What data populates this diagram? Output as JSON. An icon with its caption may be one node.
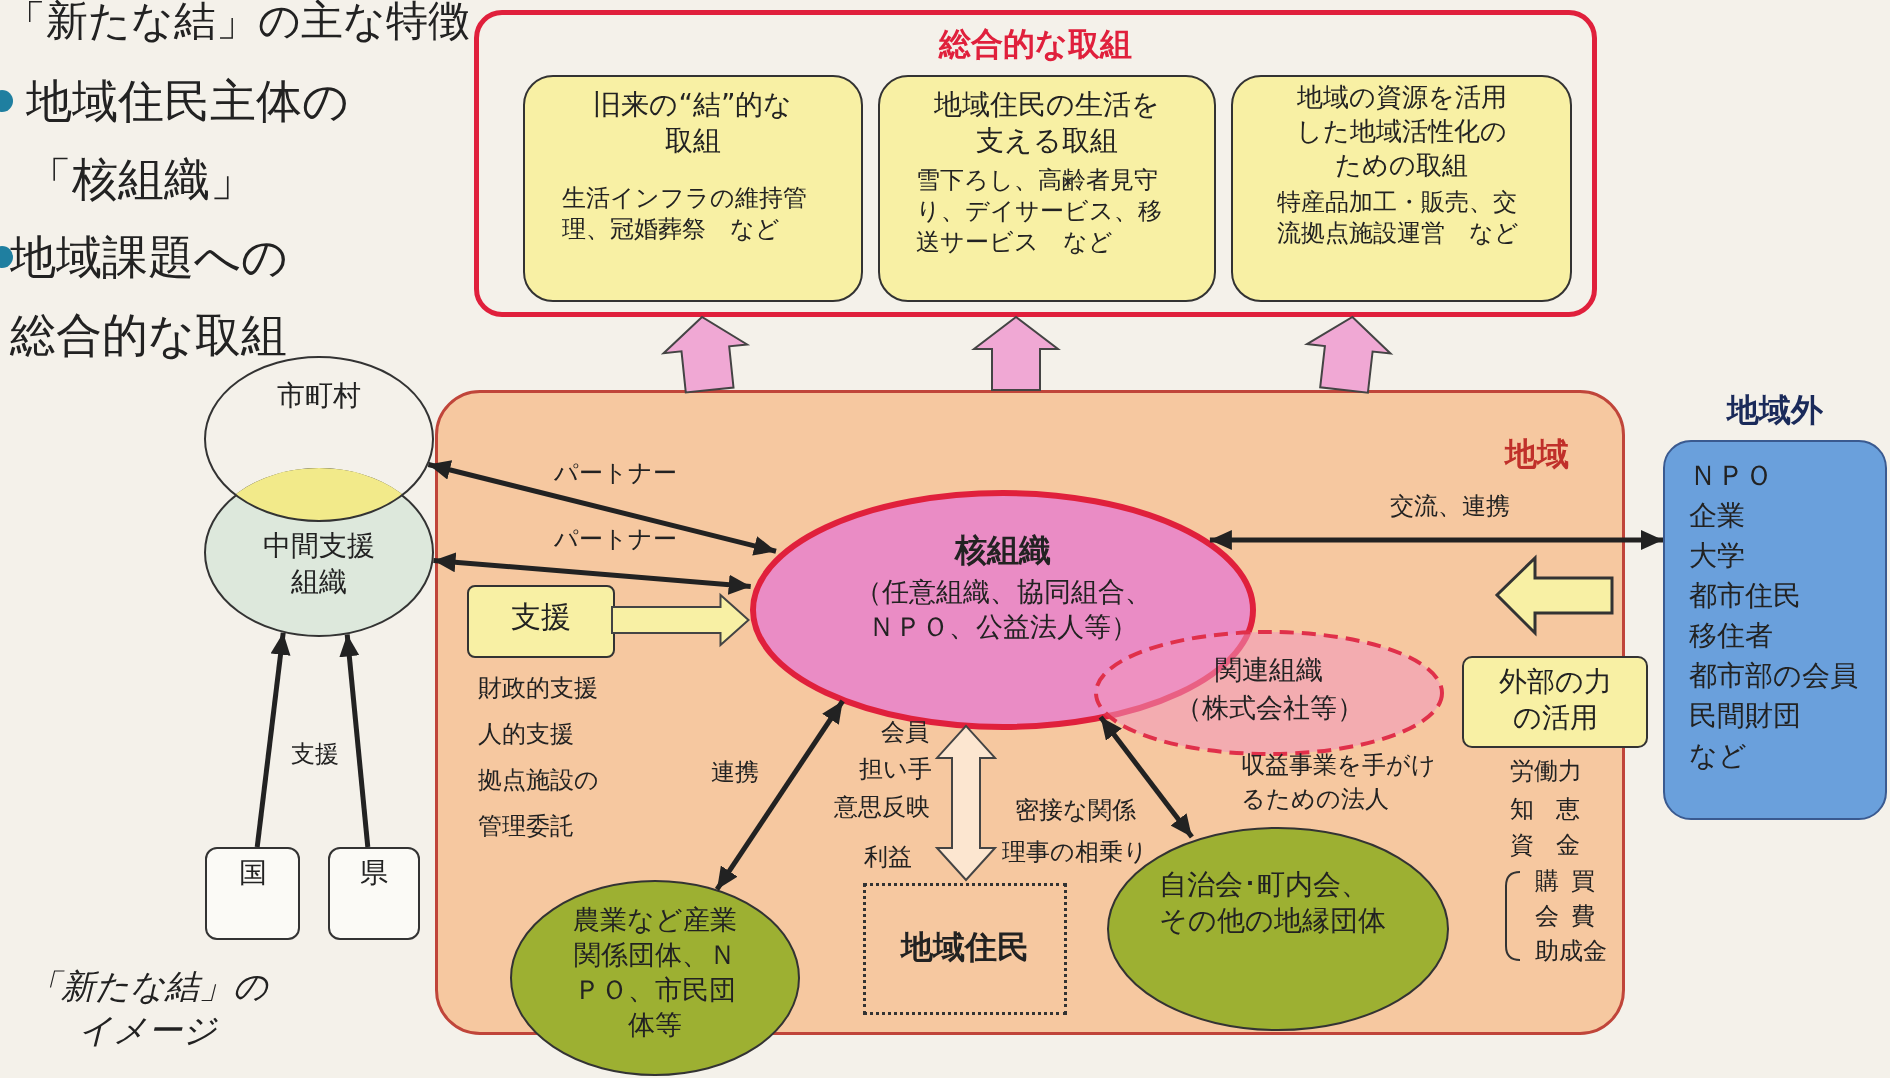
{
  "diagram": {
    "title": "「新たな結」の主な特徴",
    "caption": "「新たな結」のイメージ",
    "nodes": [
      {
        "text": [
          "総合的な取組"
        ]
      },
      {
        "text": [
          "旧来の“結”的な取組",
          "生活インフラの維持管理、冠婚葬祭　など"
        ],
        "in": 0
      },
      {
        "text": [
          "地域住民の生活を支える取組",
          "雪下ろし、高齢者見守り、デイサービス、移送サービス　など"
        ],
        "in": 0
      },
      {
        "text": [
          "地域の資源を活用した地域活性化のための取組",
          "特産品加工・販売、交流拠点施設運営　など"
        ],
        "in": 0
      },
      {
        "text": [
          "市町村"
        ]
      },
      {
        "text": [
          "中間支援組織"
        ]
      },
      {
        "text": [
          "国"
        ]
      },
      {
        "text": [
          "県"
        ]
      },
      {
        "text": [
          "地域"
        ]
      },
      {
        "text": [
          "支援"
        ],
        "in": 8,
        "beside": [
          "財政的支援",
          "人的支援",
          "拠点施設の管理委託"
        ]
      },
      {
        "text": [
          "核組織",
          "（任意組織、協同組合、ＮＰＯ、公益法人等）"
        ],
        "in": 8
      },
      {
        "text": [
          "関連組織",
          "（株式会社等）"
        ],
        "in": 8,
        "beside": [
          "収益事業を手がけるための法人"
        ]
      },
      {
        "text": [
          "農業など産業関係団体、ＮＰＯ、市民団体等"
        ]
      },
      {
        "text": [
          "地域住民"
        ],
        "in": 8
      },
      {
        "text": [
          "自治会･町内会、その他の地縁団体"
        ],
        "in": 8
      },
      {
        "text": [
          "外部の力の活用"
        ],
        "in": 8,
        "beside": [
          "労働力",
          "知恵",
          "資金",
          "購買",
          "会費",
          "助成金"
        ]
      },
      {
        "text": [
          "地域外",
          "ＮＰＯ",
          "企業",
          "大学",
          "都市住民",
          "移住者",
          "都市部の会員",
          "民間財団",
          "など"
        ]
      }
    ],
    "edges": [
      {
        "from": 8,
        "to": 0,
        "arrow": "to",
        "style": "thick",
        "color": "#f0a8d4"
      },
      {
        "from": 8,
        "to": 0,
        "arrow": "to",
        "style": "thick",
        "color": "#f0a8d4"
      },
      {
        "from": 8,
        "to": 0,
        "arrow": "to",
        "style": "thick",
        "color": "#f0a8d4"
      },
      {
        "from": 6,
        "to": 5,
        "arrow": "to"
      },
      {
        "from": 7,
        "to": 5,
        "arrow": "to"
      },
      {
        "from": 4,
        "to": 10,
        "arrow": "both",
        "label": "パートナー"
      },
      {
        "from": 5,
        "to": 10,
        "arrow": "both",
        "label": "パートナー"
      },
      {
        "from": 9,
        "to": 10,
        "arrow": "to",
        "style": "thick",
        "color": "#f8f0a4"
      },
      {
        "from": 10,
        "to": 16,
        "arrow": "both",
        "label": "交流、連携"
      },
      {
        "from": 10,
        "to": 12,
        "arrow": "both",
        "label": "連携"
      },
      {
        "from": 10,
        "to": 14,
        "arrow": "both",
        "label": "密接な関係"
      },
      {
        "from": 10,
        "to": 13,
        "arrow": "both",
        "style": "thick",
        "color": "#fce6d0"
      }
    ],
    "labels": [
      "地域住民主体の「核組織」",
      "地域課題への総合的な取組",
      "支援",
      "会員",
      "担い手",
      "意思反映",
      "利益",
      "理事の相乗り"
    ]
  }
}
